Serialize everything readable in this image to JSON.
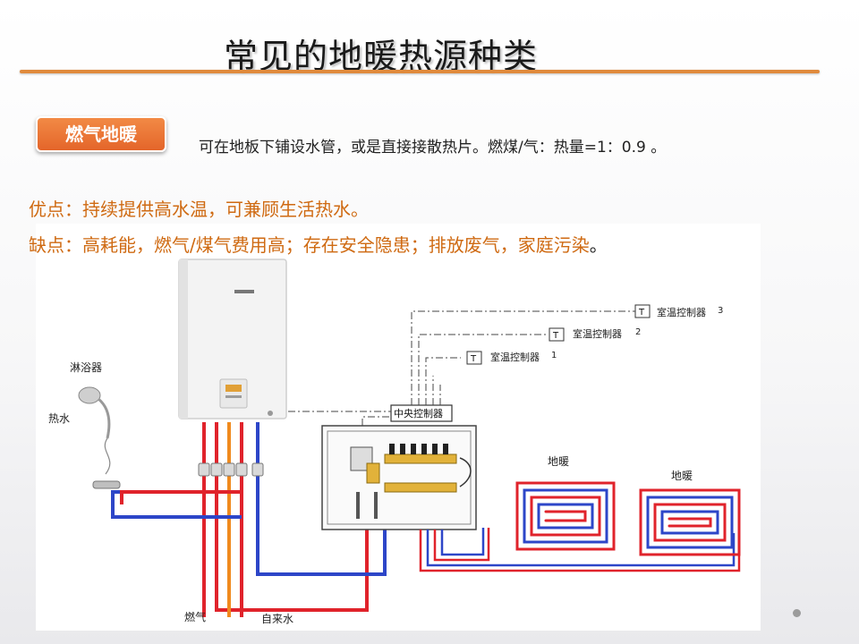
{
  "slide": {
    "title": "常见的地暖热源种类",
    "tag_label": "燃气地暖",
    "description": "可在地板下铺设水管，或是直接接散热片。燃煤/气：热量=1：0.9 。",
    "pros": "优点：持续提供高水温，可兼顾生活热水。",
    "cons_main": "缺点：高耗能，燃气/煤气费用高；存在安全隐患；排放废气，家庭污染",
    "cons_end": "。"
  },
  "diagram": {
    "labels": {
      "shower": "淋浴器",
      "hot_water": "热水",
      "gas": "燃气",
      "tap_water": "自来水",
      "central_controller": "中央控制器",
      "floor_heating_1": "地暖",
      "floor_heating_2": "地暖",
      "thermostat_1": "室温控制器",
      "thermostat_2": "室温控制器",
      "thermostat_3": "室温控制器",
      "thermostat_num_1": "1",
      "thermostat_num_2": "2",
      "thermostat_num_3": "3",
      "thermostat_symbol": "T"
    },
    "colors": {
      "hot_pipe": "#e0232b",
      "cold_pipe": "#2d46c8",
      "gas_pipe": "#f08a1e",
      "accent": "#e4652a"
    }
  }
}
